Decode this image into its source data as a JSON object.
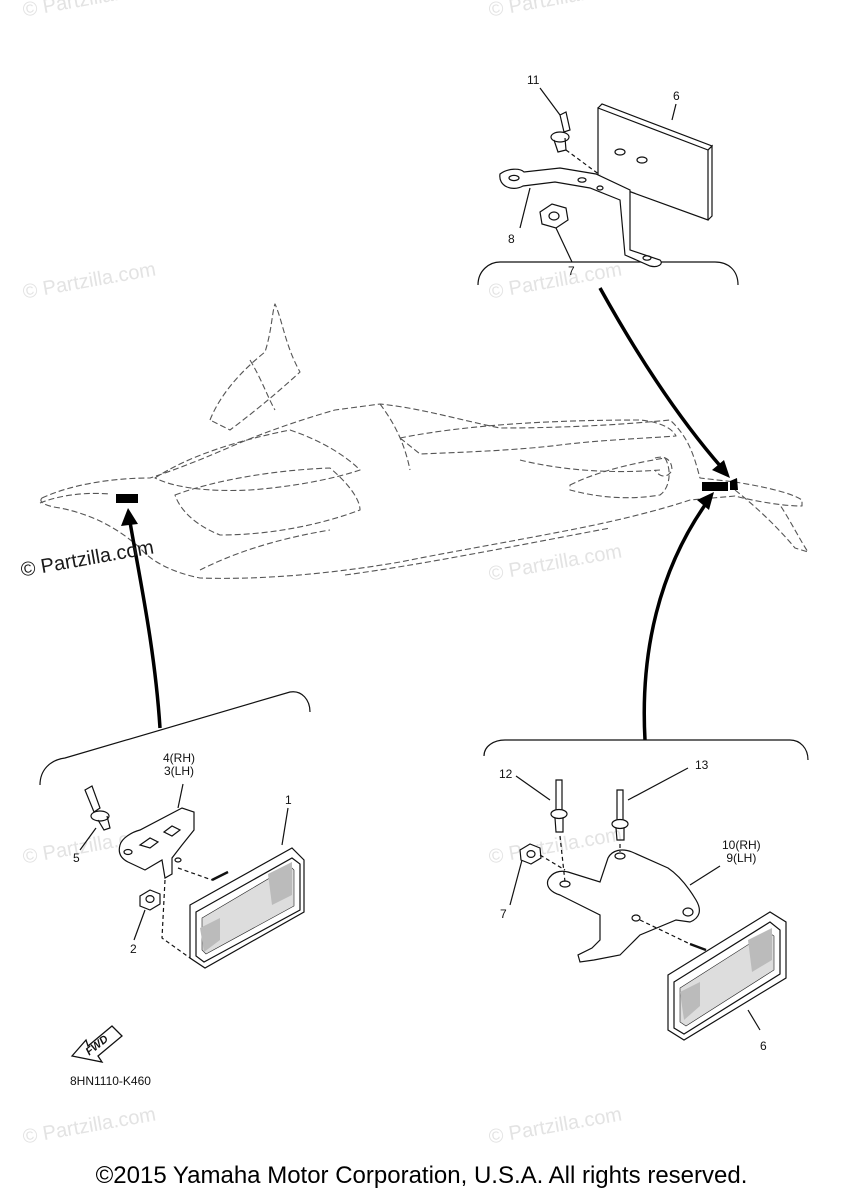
{
  "watermarks": {
    "text": "© Partzilla.com",
    "prominent": "© Partzilla.com"
  },
  "callouts": {
    "c1": "1",
    "c2": "2",
    "c3_4": "4(RH)\n3(LH)",
    "c5": "5",
    "c6_top": "6",
    "c6_bottom": "6",
    "c7_top": "7",
    "c7_bottom": "7",
    "c8": "8",
    "c9_10": "10(RH)\n9(LH)",
    "c11": "11",
    "c12": "12",
    "c13": "13"
  },
  "fwd_label": "FWD",
  "part_code": "8HN1110-K460",
  "copyright": "©2015 Yamaha Motor Corporation, U.S.A. All rights reserved.",
  "colors": {
    "line": "#111111",
    "dashed": "#555555",
    "watermark": "#e3e3e3",
    "reflector_mark": "#000000"
  }
}
